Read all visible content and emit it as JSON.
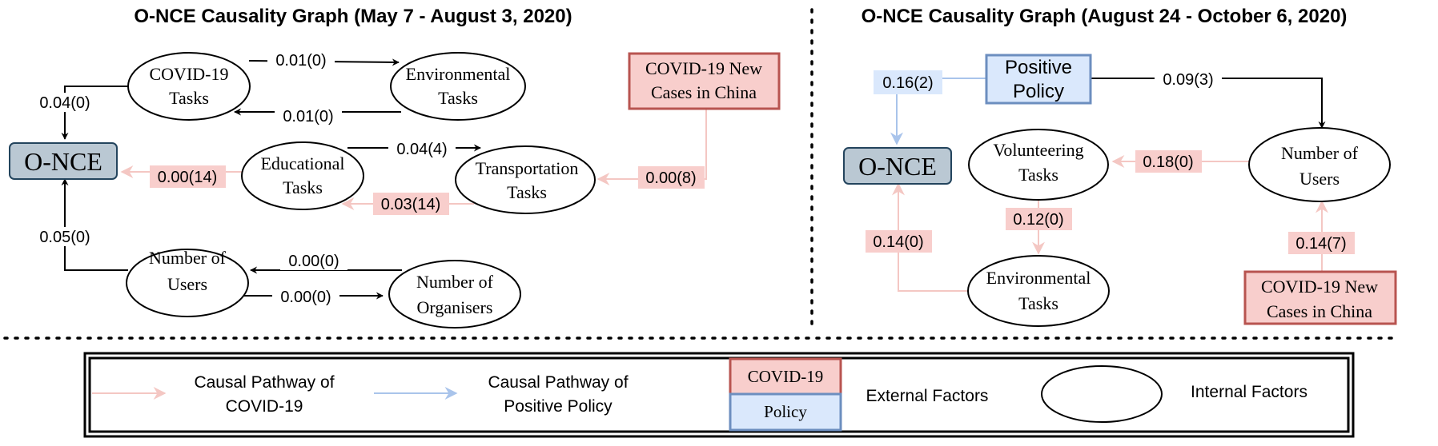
{
  "left_panel": {
    "title": "O-NCE Causality Graph  (May 7 - August 3, 2020)",
    "nodes": {
      "once": "O-NCE",
      "covid_tasks": [
        "COVID-19",
        "Tasks"
      ],
      "environmental": [
        "Environmental",
        "Tasks"
      ],
      "educational": [
        "Educational",
        "Tasks"
      ],
      "transportation": [
        "Transportation",
        "Tasks"
      ],
      "users": [
        "Number of",
        "Users"
      ],
      "organisers": [
        "Number of",
        "Organisers"
      ],
      "covid_china": [
        "COVID-19 New",
        "Cases in China"
      ]
    },
    "edges": {
      "covid_to_env": "0.01(0)",
      "env_to_covid": "0.01(0)",
      "covid_to_once": "0.04(0)",
      "edu_to_once": "0.00(14)",
      "edu_to_trans": "0.04(4)",
      "trans_to_edu": "0.03(14)",
      "china_to_trans": "0.00(8)",
      "users_to_once": "0.05(0)",
      "org_to_users": "0.00(0)",
      "users_to_org": "0.00(0)"
    }
  },
  "right_panel": {
    "title": "O-NCE Causality Graph  (August 24 - October 6, 2020)",
    "nodes": {
      "once": "O-NCE",
      "policy": [
        "Positive",
        "Policy"
      ],
      "volunteering": [
        "Volunteering",
        "Tasks"
      ],
      "users": [
        "Number of",
        "Users"
      ],
      "environmental": [
        "Environmental",
        "Tasks"
      ],
      "covid_china": [
        "COVID-19 New",
        "Cases in China"
      ]
    },
    "edges": {
      "policy_to_once": "0.16(2)",
      "policy_to_users": "0.09(3)",
      "users_to_vol": "0.18(0)",
      "vol_to_env": "0.12(0)",
      "env_to_once": "0.14(0)",
      "china_to_users": "0.14(7)"
    }
  },
  "legend": {
    "covid_pathway": [
      "Causal Pathway of",
      "COVID-19"
    ],
    "policy_pathway": [
      "Causal Pathway of",
      "Positive Policy"
    ],
    "box_covid": "COVID-19",
    "box_policy": "Policy",
    "external": "External Factors",
    "internal": "Internal Factors"
  },
  "colors": {
    "covid_fill": "#f8cecc",
    "covid_stroke": "#b85450",
    "policy_fill": "#dae8fc",
    "policy_stroke": "#6c8ebf",
    "once_fill": "#bac8d3",
    "once_stroke": "#23445d",
    "covid_arrow": "#f4c7c3",
    "policy_arrow": "#a9c4eb",
    "black": "#000000"
  }
}
